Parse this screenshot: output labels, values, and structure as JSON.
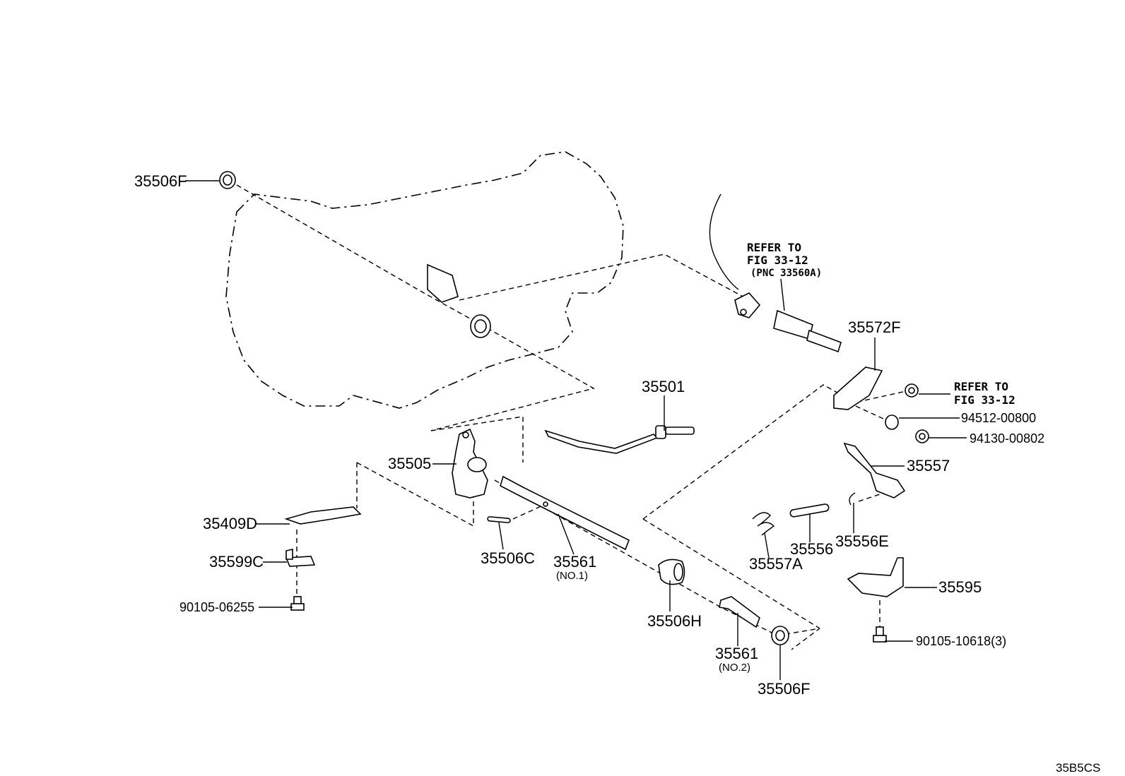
{
  "diagram": {
    "labels": {
      "p35506F_top": "35506F",
      "p35501": "35501",
      "p35505": "35505",
      "p35409D": "35409D",
      "p35599C": "35599C",
      "p90105_06255": "90105-06255",
      "p35506C": "35506C",
      "p35561_no1": "35561",
      "p35561_no1_sub": "(NO.1)",
      "p35506H": "35506H",
      "p35561_no2": "35561",
      "p35561_no2_sub": "(NO.2)",
      "p35506F_bottom": "35506F",
      "p35572F": "35572F",
      "p94512": "94512-00800",
      "p94130": "94130-00802",
      "p35557": "35557",
      "p35557A": "35557A",
      "p35556": "35556",
      "p35556E": "35556E",
      "p35595": "35595",
      "p90105_10618": "90105-10618(3)"
    },
    "notes": {
      "cable_ref_line1": "REFER TO",
      "cable_ref_line2": "FIG 33-12",
      "cable_ref_line3": "(PNC 33560A)",
      "nut_ref_line1": "REFER TO",
      "nut_ref_line2": "FIG 33-12"
    },
    "figure_code": "35B5CS"
  }
}
